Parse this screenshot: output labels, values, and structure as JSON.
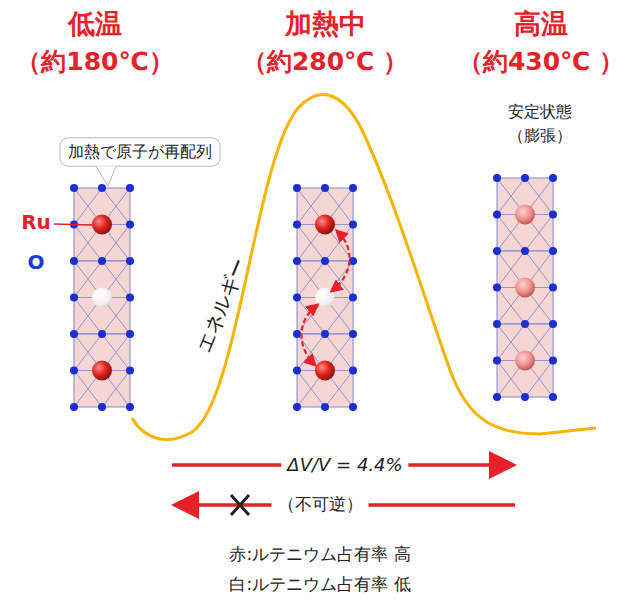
{
  "diagram": {
    "labels": [
      "低温",
      "（約180℃）",
      "加熱中",
      "（約280℃ ）",
      "高温",
      "（約430℃ ）",
      "加熱で原子が再配列",
      "安定状態",
      "（膨張）",
      "Ru",
      "O",
      "エネルギー",
      "ΔV/V = 4.4%",
      "（不可逆）",
      "赤:ルテニウム占有率 高",
      "白:ルテニウム占有率 低"
    ]
  }
}
